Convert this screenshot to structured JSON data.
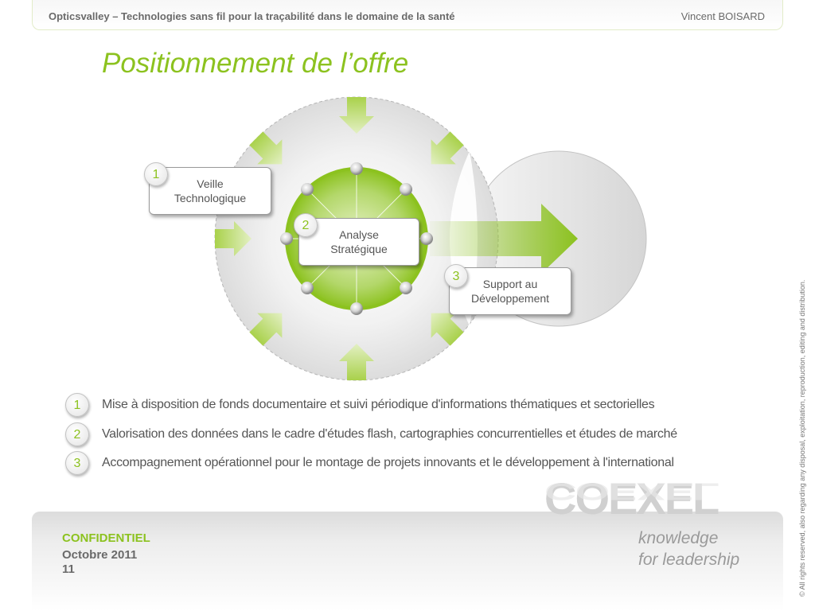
{
  "header": {
    "title": "Opticsvalley – Technologies sans fil pour la traçabilité dans le domaine de la santé",
    "author": "Vincent BOISARD"
  },
  "page_title": "Positionnement de l’offre",
  "diagram": {
    "steps": [
      {
        "number": "1",
        "label": "Veille\nTechnologique"
      },
      {
        "number": "2",
        "label": "Analyse\nStratégique"
      },
      {
        "number": "3",
        "label": "Support au\nDéveloppement"
      }
    ],
    "accent": "#8cc21f"
  },
  "list": [
    {
      "number": "1",
      "text": "Mise à disposition de fonds documentaire et suivi périodique d'informations thématiques et sectorielles"
    },
    {
      "number": "2",
      "text": "Valorisation des données dans le cadre d'études flash, cartographies concurrentielles et études de marché"
    },
    {
      "number": "3",
      "text": "Accompagnement opérationnel pour le montage de projets innovants et le développement à l'international"
    }
  ],
  "footer": {
    "confidential": "CONFIDENTIEL",
    "date": "Octobre 2011",
    "page": "11"
  },
  "logo": {
    "word": "COEXEL",
    "tagline": "knowledge\nfor leadership"
  },
  "copyright": "© All rights reserved, also regarding any disposal, exploitation, reproduction, editing and distribution."
}
